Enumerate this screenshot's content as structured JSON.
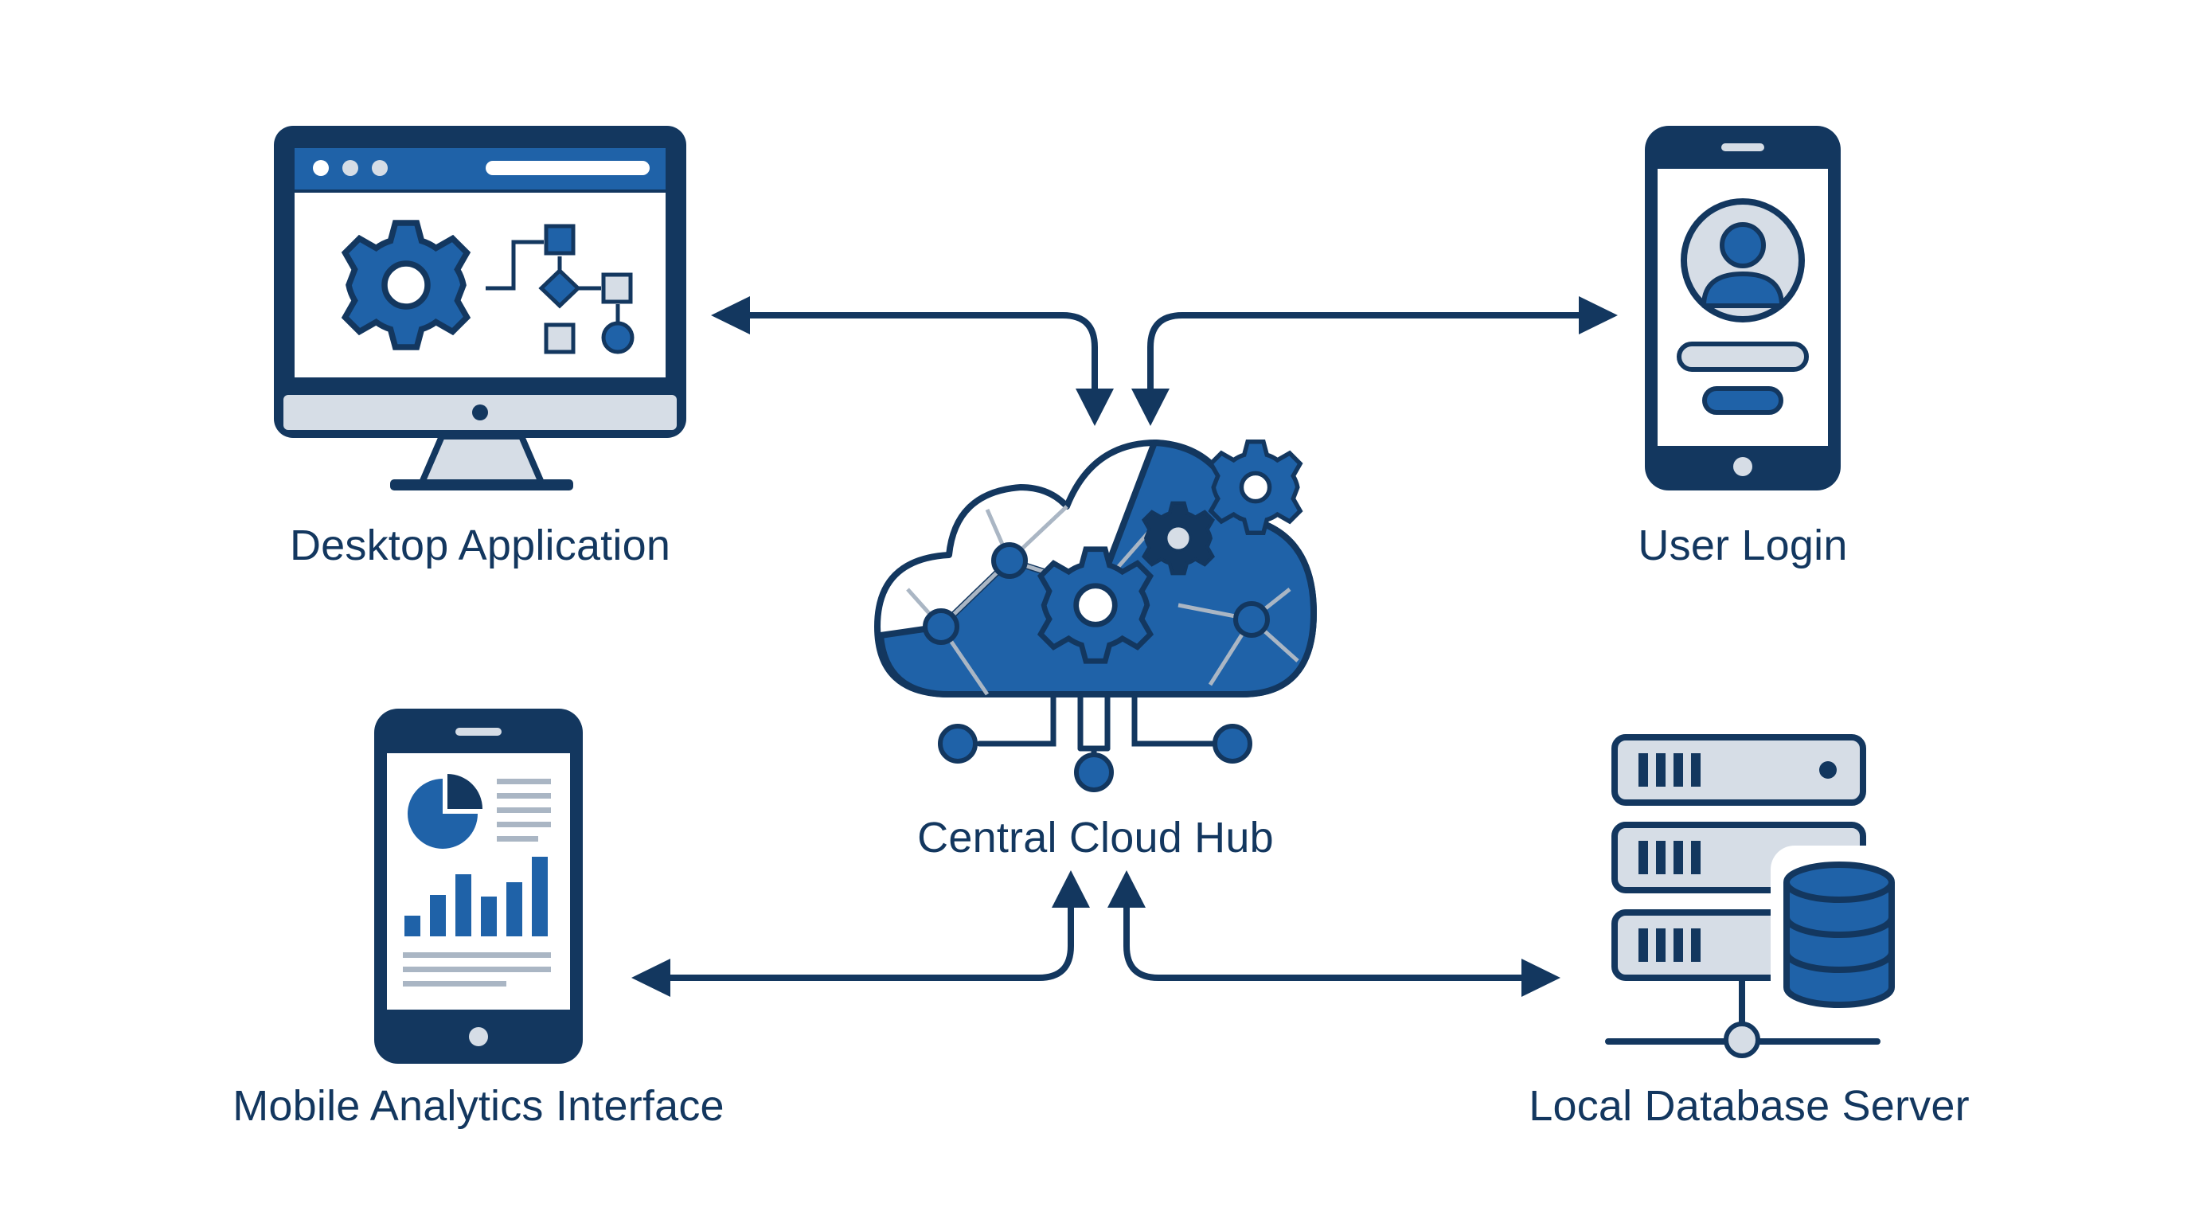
{
  "colors": {
    "navy": "#13375f",
    "blue": "#1f62a8",
    "light_gray": "#d6dde6",
    "mid_gray": "#aab6c4",
    "background": "#ffffff"
  },
  "nodes": {
    "desktop": {
      "label": "Desktop Application",
      "icon": "desktop-monitor-icon"
    },
    "user_login": {
      "label": "User Login",
      "icon": "smartphone-user-icon"
    },
    "hub": {
      "label": "Central Cloud Hub",
      "icon": "cloud-gears-icon"
    },
    "mobile_analytics": {
      "label": "Mobile Analytics Interface",
      "icon": "tablet-chart-icon"
    },
    "database": {
      "label": "Local Database Server",
      "icon": "server-database-icon"
    }
  },
  "connections": [
    {
      "from": "desktop",
      "to": "hub",
      "direction": "bidirectional"
    },
    {
      "from": "user_login",
      "to": "hub",
      "direction": "bidirectional"
    },
    {
      "from": "mobile_analytics",
      "to": "hub",
      "direction": "bidirectional"
    },
    {
      "from": "database",
      "to": "hub",
      "direction": "bidirectional"
    }
  ]
}
